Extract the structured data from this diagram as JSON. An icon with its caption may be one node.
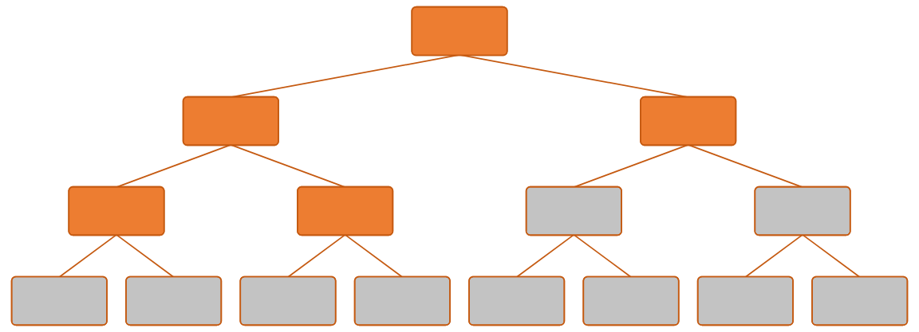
{
  "diagram": {
    "nodes": [
      {
        "text": [],
        "shape": "box"
      },
      {
        "text": [],
        "shape": "box"
      },
      {
        "text": [],
        "shape": "box"
      },
      {
        "text": [],
        "shape": "box"
      },
      {
        "text": [],
        "shape": "box"
      },
      {
        "text": [],
        "shape": "box"
      },
      {
        "text": [],
        "shape": "box"
      },
      {
        "text": [],
        "shape": "box"
      },
      {
        "text": [],
        "shape": "box"
      },
      {
        "text": [],
        "shape": "box"
      },
      {
        "text": [],
        "shape": "box"
      },
      {
        "text": [],
        "shape": "box"
      },
      {
        "text": [],
        "shape": "box"
      },
      {
        "text": [],
        "shape": "box"
      },
      {
        "text": [],
        "shape": "box"
      }
    ],
    "edges": [
      {
        "from": 0,
        "to": 1,
        "arrow": "none"
      },
      {
        "from": 0,
        "to": 2,
        "arrow": "none"
      },
      {
        "from": 1,
        "to": 3,
        "arrow": "none"
      },
      {
        "from": 1,
        "to": 4,
        "arrow": "none"
      },
      {
        "from": 2,
        "to": 5,
        "arrow": "none"
      },
      {
        "from": 2,
        "to": 6,
        "arrow": "none"
      },
      {
        "from": 3,
        "to": 7,
        "arrow": "none"
      },
      {
        "from": 3,
        "to": 8,
        "arrow": "none"
      },
      {
        "from": 4,
        "to": 9,
        "arrow": "none"
      },
      {
        "from": 4,
        "to": 10,
        "arrow": "none"
      },
      {
        "from": 5,
        "to": 11,
        "arrow": "none"
      },
      {
        "from": 5,
        "to": 12,
        "arrow": "none"
      },
      {
        "from": 6,
        "to": 13,
        "arrow": "none"
      },
      {
        "from": 6,
        "to": 14,
        "arrow": "none"
      }
    ]
  }
}
